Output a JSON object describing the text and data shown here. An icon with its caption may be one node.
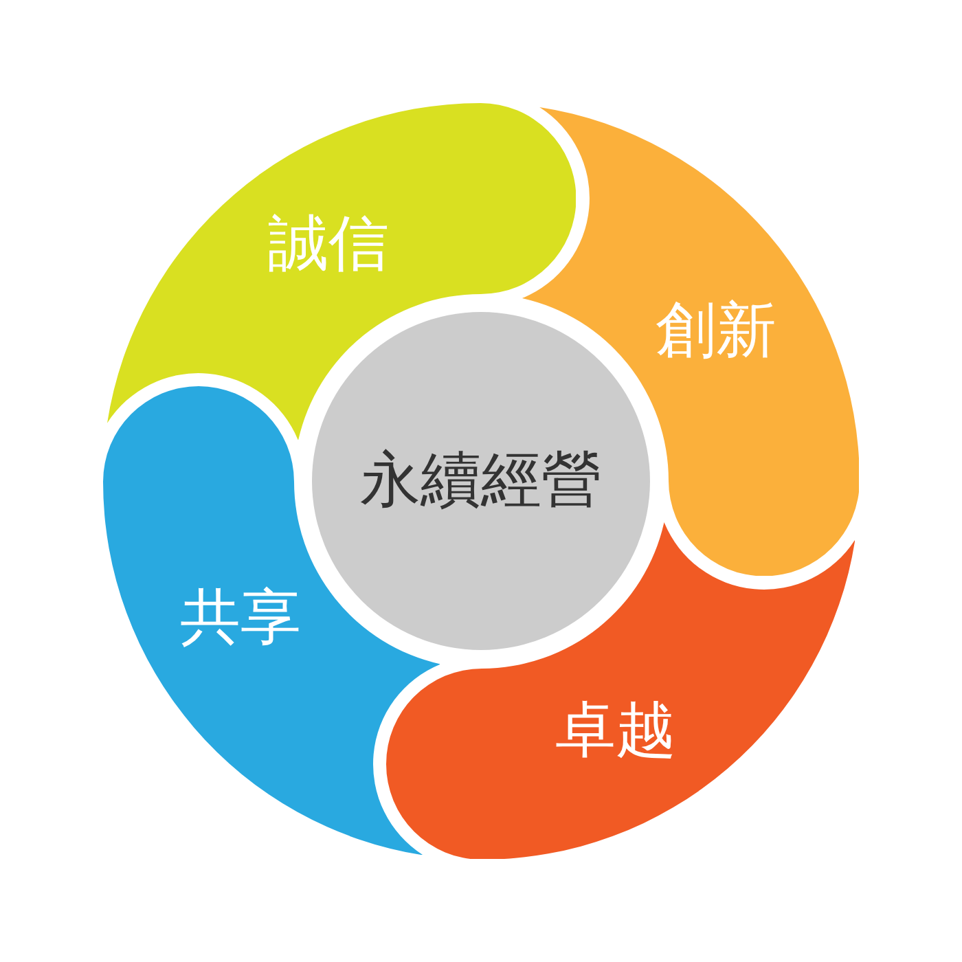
{
  "diagram": {
    "nodes": [
      {
        "text": [
          "誠信"
        ]
      },
      {
        "text": [
          "創新"
        ]
      },
      {
        "text": [
          "永續經營"
        ]
      },
      {
        "text": [
          "共享"
        ]
      },
      {
        "text": [
          "卓越"
        ]
      }
    ]
  }
}
